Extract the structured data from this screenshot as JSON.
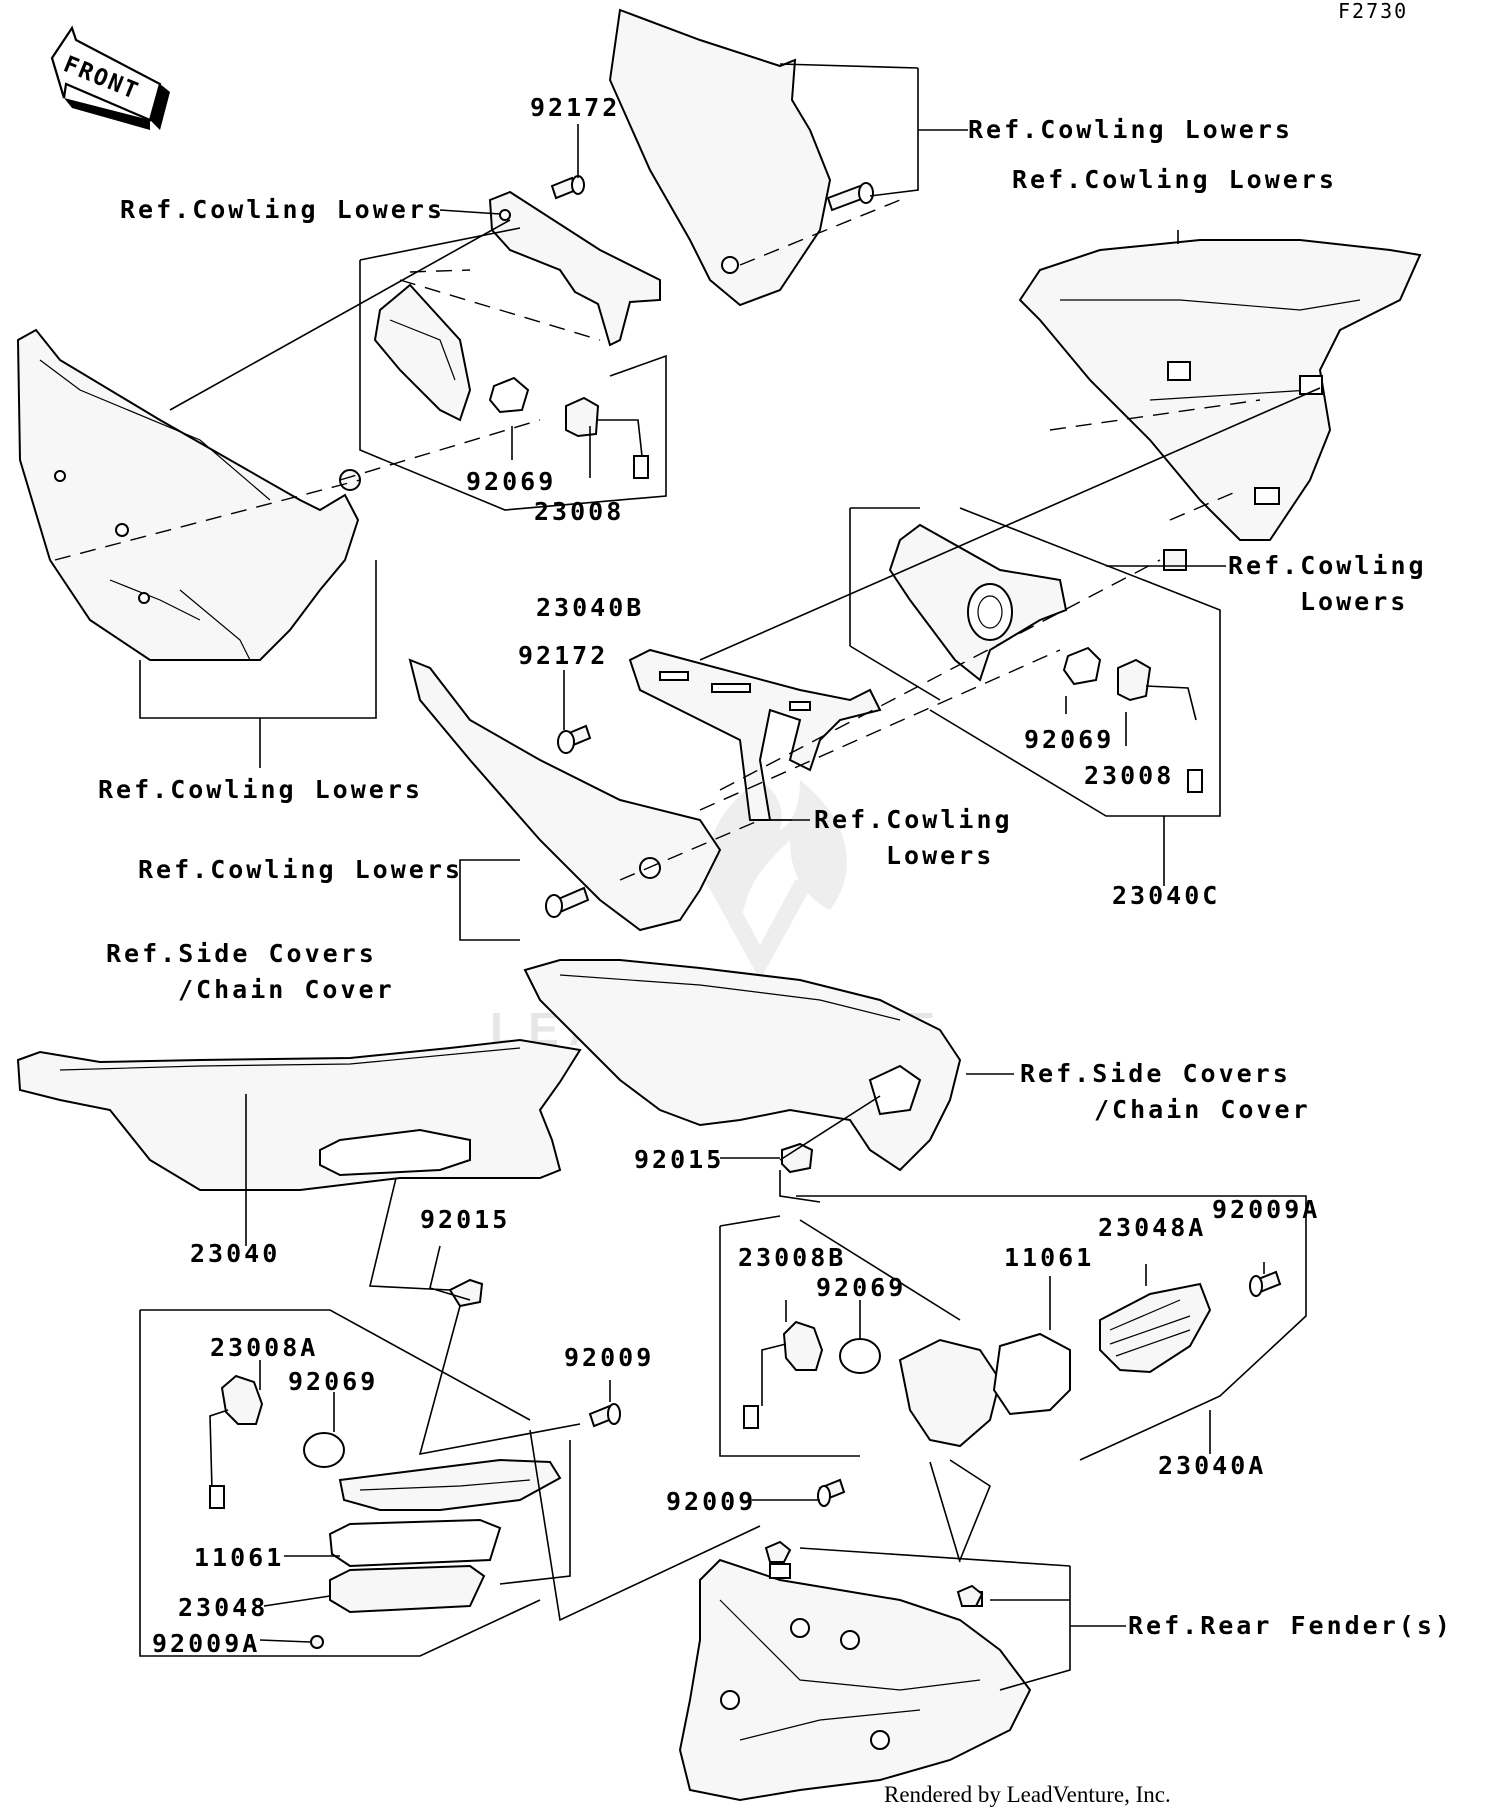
{
  "figure_id": "F2730",
  "front_label": "FRONT",
  "watermark": "LEADVENTURE",
  "credit": "Rendered by LeadVenture, Inc.",
  "labels": {
    "p92172_top": "92172",
    "ref_cowling_1": "Ref.Cowling Lowers",
    "ref_cowling_2": "Ref.Cowling Lowers",
    "ref_cowling_3": "Ref.Cowling Lowers",
    "ref_cowling_4a": "Ref.Cowling",
    "ref_cowling_4b": "Lowers",
    "ref_cowling_5": "Ref.Cowling Lowers",
    "ref_cowling_6a": "Ref.Cowling",
    "ref_cowling_6b": "Lowers",
    "ref_cowling_7": "Ref.Cowling Lowers",
    "p92069_a": "92069",
    "p23008_a": "23008",
    "p23040B": "23040B",
    "p92172_mid": "92172",
    "p92069_b": "92069",
    "p23008_b": "23008",
    "p23040C": "23040C",
    "ref_side_1a": "Ref.Side Covers",
    "ref_side_1b": "/Chain Cover",
    "ref_side_2a": "Ref.Side Covers",
    "ref_side_2b": "/Chain Cover",
    "p92015_a": "92015",
    "p92015_b": "92015",
    "p23040": "23040",
    "p23008A": "23008A",
    "p92069_c": "92069",
    "p92009_a": "92009",
    "p11061_a": "11061",
    "p23048": "23048",
    "p92009A_a": "92009A",
    "p23008B": "23008B",
    "p92069_d": "92069",
    "p11061_b": "11061",
    "p23048A": "23048A",
    "p92009A_b": "92009A",
    "p23040A": "23040A",
    "p92009_b": "92009",
    "ref_rear_fender": "Ref.Rear Fender(s)"
  }
}
